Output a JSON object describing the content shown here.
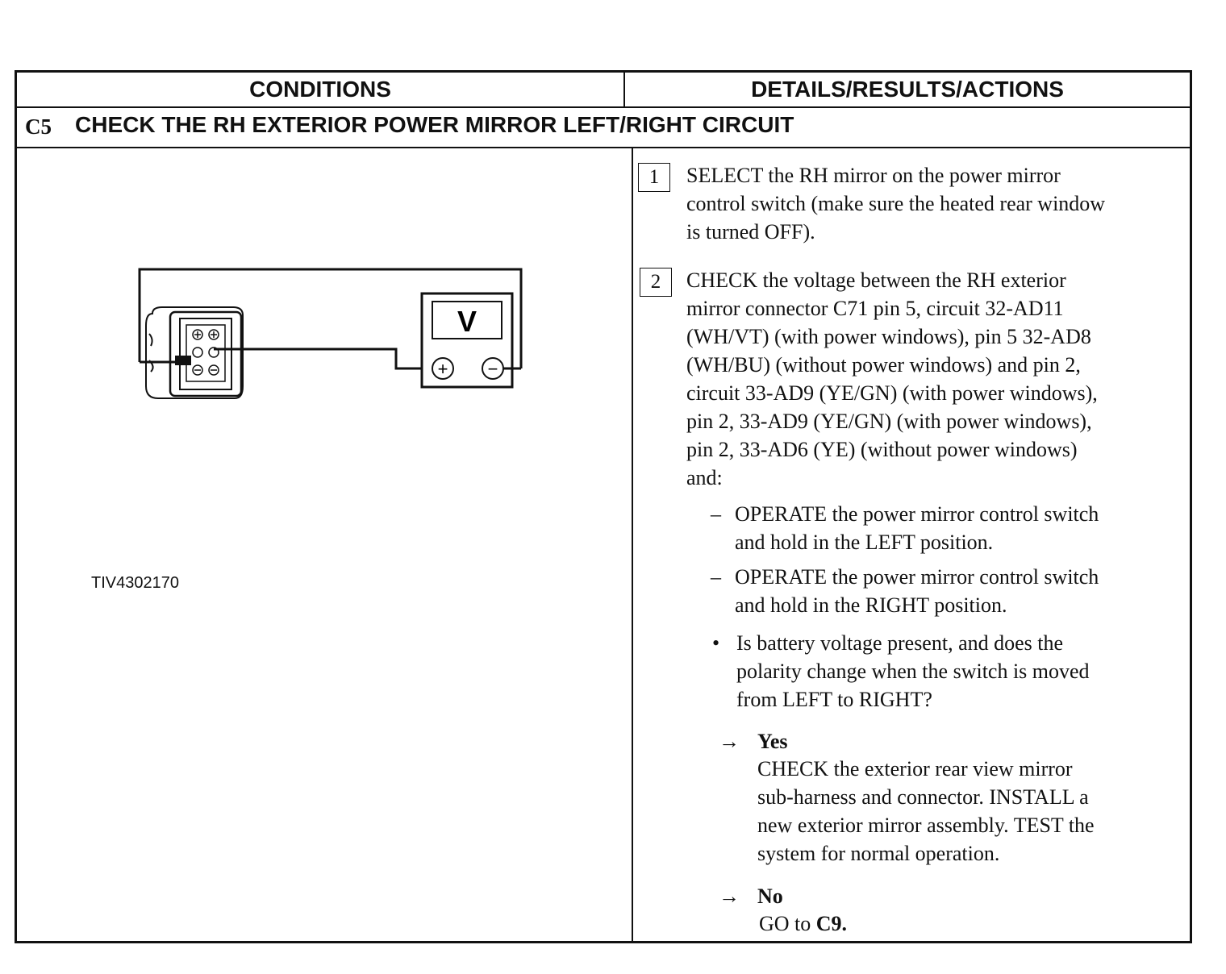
{
  "header": {
    "conditions": "CONDITIONS",
    "details": "DETAILS/RESULTS/ACTIONS"
  },
  "step": {
    "id": "C5",
    "title": "CHECK THE RH EXTERIOR POWER MIRROR LEFT/RIGHT CIRCUIT"
  },
  "figure": {
    "meter_label": "V",
    "plus_symbol": "+",
    "minus_symbol": "−",
    "figure_id": "TIV4302170"
  },
  "actions": {
    "step1_num": "1",
    "step1_lines": [
      "SELECT the RH mirror on the power mirror",
      "control switch (make sure the heated rear window",
      "is turned OFF)."
    ],
    "step2_num": "2",
    "step2_lines": [
      "CHECK the voltage between the RH exterior",
      "mirror connector C71 pin 5, circuit 32-AD11",
      "(WH/VT) (with power windows), pin 5 32-AD8",
      "(WH/BU) (without power windows) and pin 2,",
      "circuit 33-AD9 (YE/GN) (with power windows),",
      "pin 2, 33-AD9 (YE/GN) (with power windows),",
      "pin 2, 33-AD6 (YE) (without power windows)",
      "and:"
    ],
    "dash_symbol": "–",
    "operate_left_lines": [
      "OPERATE the power mirror control switch",
      "and hold in the LEFT position."
    ],
    "operate_right_lines": [
      "OPERATE the power mirror control switch",
      "and hold in the RIGHT position."
    ],
    "bullet_symbol": "•",
    "question_lines": [
      "Is battery voltage present, and does the",
      "polarity change when the switch is moved",
      "from LEFT to RIGHT?"
    ],
    "arrow_symbol": "→",
    "yes_label": "Yes",
    "yes_lines": [
      "CHECK the exterior rear view mirror",
      "sub-harness and connector. INSTALL a",
      "new exterior mirror assembly. TEST the",
      "system for normal operation."
    ],
    "no_label": "No",
    "no_prefix": "GO to ",
    "no_target": "C9."
  }
}
